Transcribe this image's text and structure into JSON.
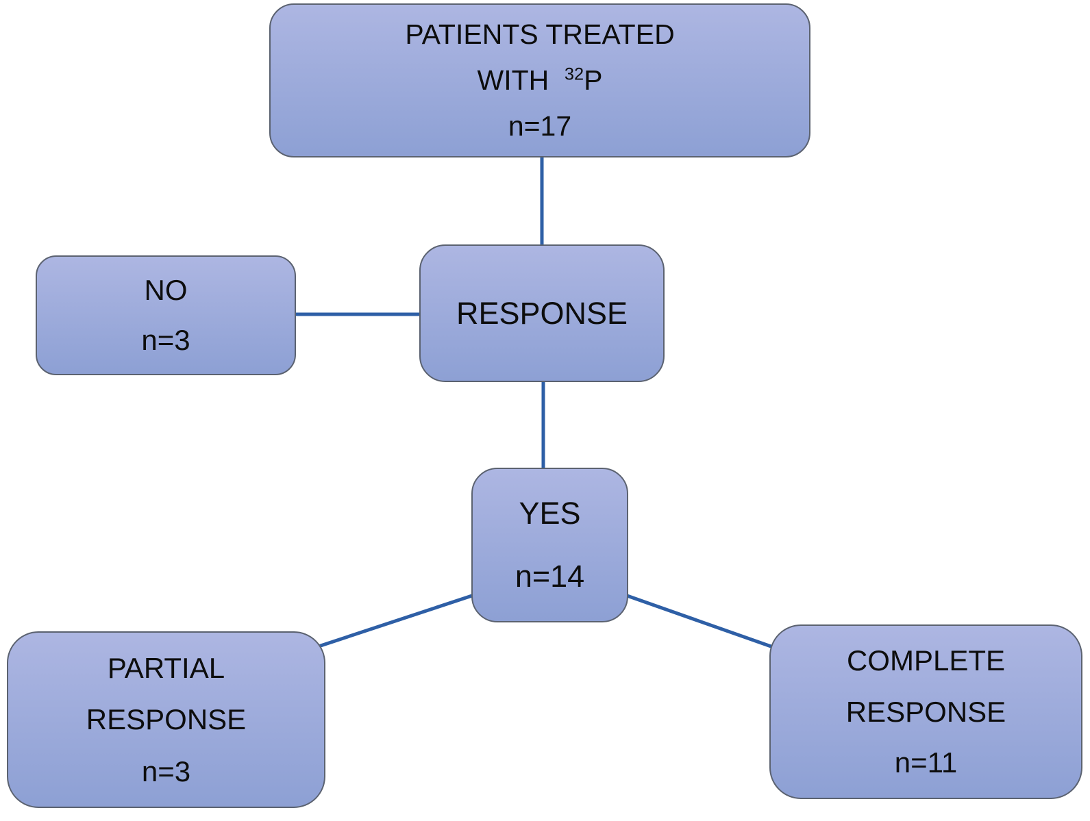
{
  "diagram": {
    "title": "Treatment response flowchart",
    "colors": {
      "box_fill_top": "#adb6e2",
      "box_fill_bottom": "#8da0d4",
      "box_border": "#5b6270",
      "connector": "#2e5fa6",
      "text_color": "#0d0d0d",
      "background": "#ffffff"
    },
    "nodes": {
      "patients": {
        "line1": "PATIENTS TREATED",
        "with_label": "WITH",
        "isotope_mass": "32",
        "isotope_symbol": "P",
        "count": "n=17"
      },
      "response": {
        "label": "RESPONSE"
      },
      "no": {
        "label": "NO",
        "count": "n=3"
      },
      "yes": {
        "label": "YES",
        "count": "n=14"
      },
      "partial": {
        "line1": "PARTIAL",
        "line2": "RESPONSE",
        "count": "n=3"
      },
      "complete": {
        "line1": "COMPLETE",
        "line2": "RESPONSE",
        "count": "n=11"
      }
    }
  }
}
